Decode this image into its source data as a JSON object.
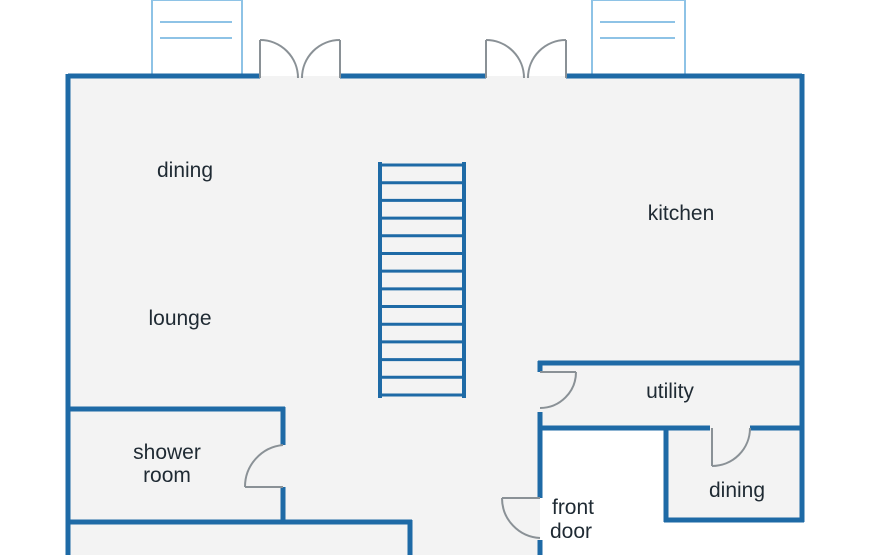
{
  "colors": {
    "wall": "#1e6aa6",
    "floor": "#f3f3f3",
    "exterior": "#8ec3e6",
    "door": "#8a9196"
  },
  "rooms": {
    "dining_main": "dining",
    "kitchen": "kitchen",
    "lounge": "lounge",
    "utility": "utility",
    "shower_line1": "shower",
    "shower_line2": "room",
    "front_door_line1": "front",
    "front_door_line2": "door",
    "dining_small": "dining"
  },
  "stairs": {
    "step_count": 14
  }
}
